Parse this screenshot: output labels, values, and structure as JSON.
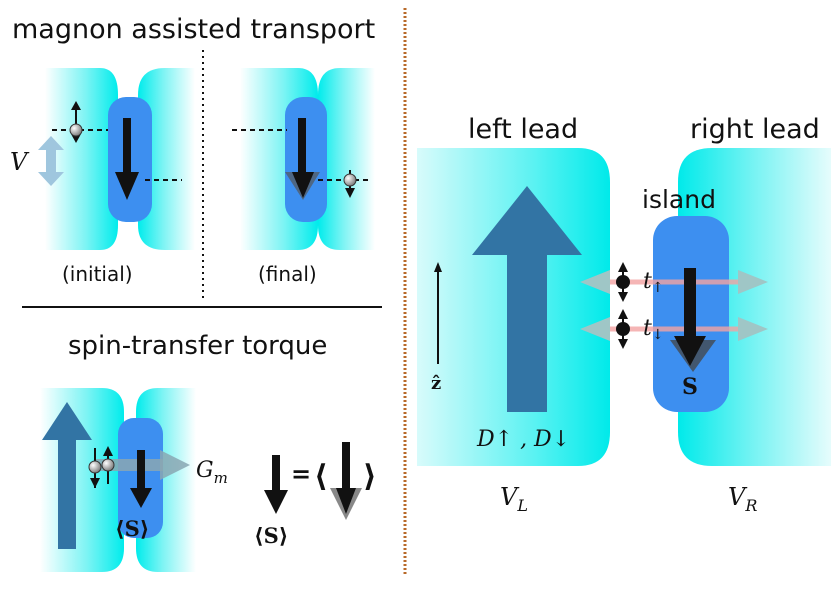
{
  "panels": {
    "magnon": {
      "title": "magnon assisted transport",
      "voltage_label": "V",
      "initial_label": "(initial)",
      "final_label": "(final)"
    },
    "torque": {
      "title": "spin-transfer torque",
      "conductance_label": "G",
      "conductance_sub": "m",
      "spin_expectation": "⟨S⟩",
      "equals": "=",
      "bracket_open": "⟨",
      "bracket_close": "⟩"
    },
    "junction": {
      "left_lead_label": "left lead",
      "right_lead_label": "right lead",
      "island_label": "island",
      "t_up_label": "t",
      "t_up_sub": "↑",
      "t_down_label": "t",
      "t_down_sub": "↓",
      "island_spin_label": "S",
      "z_axis_label": "ẑ",
      "dos_label": "D↑ , D↓",
      "vl_label": "V",
      "vl_sub": "L",
      "vr_label": "V",
      "vr_sub": "R"
    }
  },
  "colors": {
    "lead_cyan": "#00f0f0",
    "island_blue": "#3d8ff0",
    "spin_arrow": "#3274a4",
    "divider_brown": "#b86a2a",
    "hop_arrow": "#9fc6c6",
    "hop_line_pink": "#f3a3a3"
  }
}
